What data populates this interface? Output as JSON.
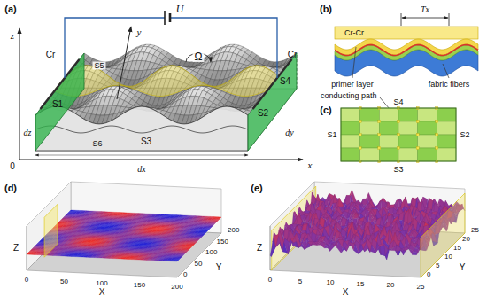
{
  "diagram": {
    "labels": [
      "(a)",
      "U",
      "Cr",
      "Cr",
      "z",
      "y",
      "x",
      "0",
      "Ω",
      "S5",
      "S1",
      "S6",
      "S3",
      "S4",
      "S2",
      "dz",
      "dy",
      "dx",
      "(b)",
      "Cr-Cr",
      "Tx",
      "primer layer",
      "fabric fibers",
      "conducting path",
      "(c)",
      "S1",
      "S2",
      "S3",
      "S4",
      "(d)",
      "Z",
      "X",
      "Y",
      "0",
      "50",
      "100",
      "150",
      "200",
      "0",
      "50",
      "100",
      "150",
      "200",
      "(e)",
      "Z",
      "X",
      "Y",
      "0",
      "5",
      "10",
      "15",
      "20",
      "25",
      "0",
      "5",
      "10",
      "15",
      "20",
      "25"
    ]
  }
}
